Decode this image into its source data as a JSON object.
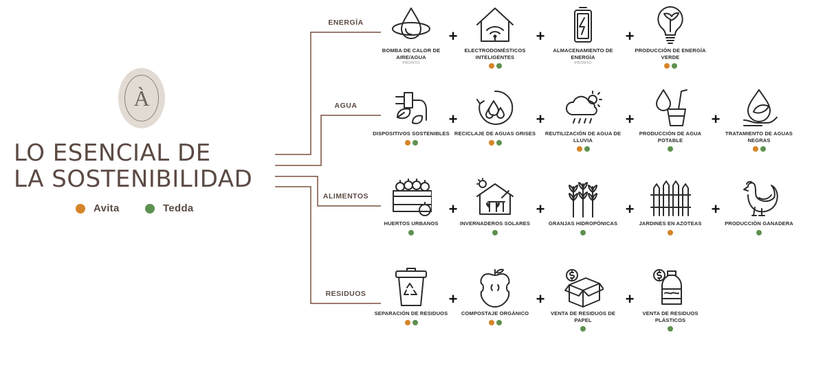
{
  "logo": {
    "letter": "À"
  },
  "title": {
    "line1": "LO ESENCIAL DE",
    "line2": "LA SOSTENIBILIDAD"
  },
  "colors": {
    "avita": "#d68528",
    "tedda": "#5e9150",
    "brown": "#7a4f3f"
  },
  "legend": [
    {
      "label": "Avita",
      "color": "#d68528"
    },
    {
      "label": "Tedda",
      "color": "#5e9150"
    }
  ],
  "plus_symbol": "+",
  "categories": [
    {
      "name": "ENERGÍA",
      "items": [
        {
          "icon": "water-drop-orbit-icon",
          "label": "BOMBA DE CALOR DE AIRE/AGUA",
          "sub": "PRONTO",
          "dots": []
        },
        {
          "icon": "smart-home-wifi-icon",
          "label": "ELECTRODOMÉSTICOS INTELIGENTES",
          "sub": "",
          "dots": [
            "avita",
            "tedda"
          ]
        },
        {
          "icon": "battery-charge-icon",
          "label": "ALMACENAMIENTO DE ENERGÍA",
          "sub": "PRONTO",
          "dots": []
        },
        {
          "icon": "lightbulb-leaf-icon",
          "label": "PRODUCCIÓN DE ENERGÍA VERDE",
          "sub": "",
          "dots": [
            "avita",
            "tedda"
          ]
        }
      ]
    },
    {
      "name": "AGUA",
      "items": [
        {
          "icon": "plug-leaf-icon",
          "label": "DISPOSITIVOS SOSTENIBLES",
          "sub": "",
          "dots": [
            "avita",
            "tedda"
          ]
        },
        {
          "icon": "water-recycle-icon",
          "label": "RECICLAJE DE AGUAS GRISES",
          "sub": "",
          "dots": [
            "avita",
            "tedda"
          ]
        },
        {
          "icon": "rain-cloud-sun-icon",
          "label": "REUTILIZACIÓN DE AGUA DE LLUVIA",
          "sub": "",
          "dots": [
            "avita",
            "tedda"
          ]
        },
        {
          "icon": "drinking-water-glass-icon",
          "label": "PRODUCCIÓN DE AGUA POTABLE",
          "sub": "",
          "dots": [
            "tedda"
          ]
        },
        {
          "icon": "hand-drop-leaf-icon",
          "label": "TRATAMIENTO DE AGUAS NEGRAS",
          "sub": "",
          "dots": [
            "avita",
            "tedda"
          ]
        }
      ]
    },
    {
      "name": "ALIMENTOS",
      "items": [
        {
          "icon": "fruit-crate-icon",
          "label": "HUERTOS URBANOS",
          "sub": "",
          "dots": [
            "tedda"
          ]
        },
        {
          "icon": "greenhouse-icon",
          "label": "INVERNADEROS SOLARES",
          "sub": "",
          "dots": [
            "tedda"
          ]
        },
        {
          "icon": "wheat-icon",
          "label": "GRANJAS HIDROPÓNICAS",
          "sub": "",
          "dots": [
            "tedda"
          ]
        },
        {
          "icon": "picket-fence-icon",
          "label": "JARDINES EN AZOTEAS",
          "sub": "",
          "dots": [
            "avita"
          ]
        },
        {
          "icon": "hen-icon",
          "label": "PRODUCCIÓN GANADERA",
          "sub": "",
          "dots": [
            "tedda"
          ]
        }
      ]
    },
    {
      "name": "RESIDUOS",
      "items": [
        {
          "icon": "recycle-bin-icon",
          "label": "SEPARACIÓN DE RESIDUOS",
          "sub": "",
          "dots": [
            "avita",
            "tedda"
          ]
        },
        {
          "icon": "apple-core-icon",
          "label": "COMPOSTAJE ORGÁNICO",
          "sub": "",
          "dots": [
            "avita",
            "tedda"
          ]
        },
        {
          "icon": "cardboard-box-dollar-icon",
          "label": "VENTA DE RESIDUOS DE PAPEL",
          "sub": "",
          "dots": [
            "tedda"
          ]
        },
        {
          "icon": "plastic-bottle-dollar-icon",
          "label": "VENTA DE RESIDUOS PLÁSTICOS",
          "sub": "",
          "dots": [
            "tedda"
          ]
        }
      ]
    }
  ]
}
